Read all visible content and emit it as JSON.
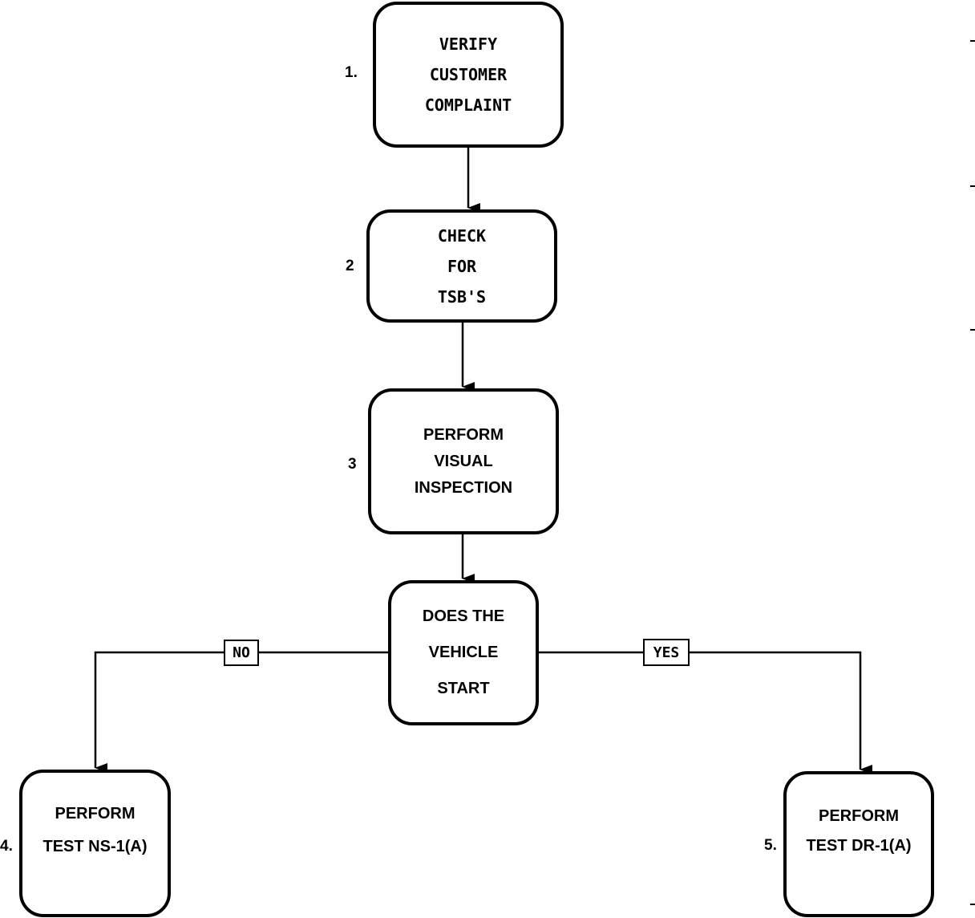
{
  "steps": [
    {
      "number": "1.",
      "lines": [
        "VERIFY",
        "CUSTOMER",
        "COMPLAINT"
      ]
    },
    {
      "number": "2",
      "lines": [
        "CHECK",
        "FOR",
        "TSB'S"
      ]
    },
    {
      "number": "3",
      "lines": [
        "PERFORM",
        "VISUAL",
        "INSPECTION"
      ]
    },
    {
      "number": "",
      "lines": [
        "DOES THE",
        "VEHICLE",
        "START"
      ]
    },
    {
      "number": "4.",
      "lines": [
        "PERFORM",
        "TEST NS-1(A)"
      ]
    },
    {
      "number": "5.",
      "lines": [
        "PERFORM",
        "TEST DR-1(A)"
      ]
    }
  ],
  "branches": {
    "no": "NO",
    "yes": "YES"
  }
}
